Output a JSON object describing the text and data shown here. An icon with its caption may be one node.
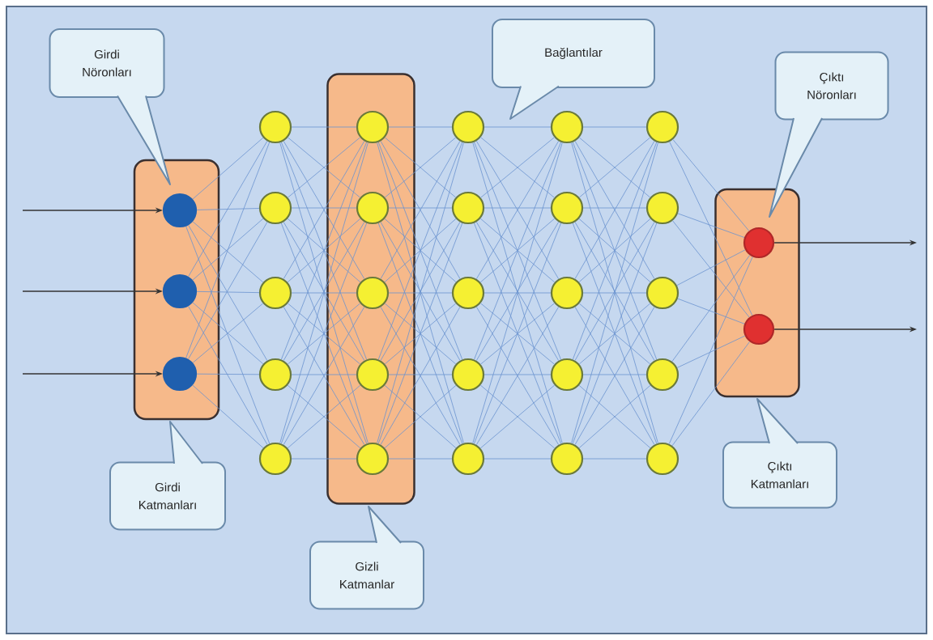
{
  "diagram": {
    "nodes": [
      {
        "text": [
          "Girdi Nöronları"
        ]
      },
      {
        "text": [
          "Bağlantılar"
        ]
      },
      {
        "text": [
          "Çıktı Nöronları"
        ]
      },
      {
        "text": [],
        "shape": "box"
      },
      {
        "text": [],
        "shape": "box"
      },
      {
        "text": [],
        "shape": "box"
      },
      {
        "text": [],
        "shape": "circle",
        "in": 3
      },
      {
        "text": [],
        "shape": "circle",
        "in": 3
      },
      {
        "text": [],
        "shape": "circle",
        "in": 3
      },
      {
        "text": [],
        "shape": "circle"
      },
      {
        "text": [],
        "shape": "circle"
      },
      {
        "text": [],
        "shape": "circle"
      },
      {
        "text": [],
        "shape": "circle"
      },
      {
        "text": [],
        "shape": "circle"
      },
      {
        "text": [],
        "shape": "circle",
        "in": 4
      },
      {
        "text": [],
        "shape": "circle",
        "in": 4
      },
      {
        "text": [],
        "shape": "circle",
        "in": 4
      },
      {
        "text": [],
        "shape": "circle",
        "in": 4
      },
      {
        "text": [],
        "shape": "circle",
        "in": 4
      },
      {
        "text": [],
        "shape": "circle"
      },
      {
        "text": [],
        "shape": "circle"
      },
      {
        "text": [],
        "shape": "circle"
      },
      {
        "text": [],
        "shape": "circle"
      },
      {
        "text": [],
        "shape": "circle"
      },
      {
        "text": [],
        "shape": "circle"
      },
      {
        "text": [],
        "shape": "circle"
      },
      {
        "text": [],
        "shape": "circle"
      },
      {
        "text": [],
        "shape": "circle"
      },
      {
        "text": [],
        "shape": "circle"
      },
      {
        "text": [],
        "shape": "circle"
      },
      {
        "text": [],
        "shape": "circle"
      },
      {
        "text": [],
        "shape": "circle"
      },
      {
        "text": [],
        "shape": "circle"
      },
      {
        "text": [],
        "shape": "circle"
      },
      {
        "text": [],
        "shape": "circle",
        "in": 5
      },
      {
        "text": [],
        "shape": "circle",
        "in": 5
      },
      {
        "text": [
          "Girdi Katmanları"
        ]
      },
      {
        "text": [
          "Gizli Katmanlar"
        ]
      },
      {
        "text": [
          "Çıktı Katmanları"
        ]
      }
    ],
    "edges": [
      {
        "from": null,
        "to": 6,
        "arrow": "to",
        "color": "#333333"
      },
      {
        "from": null,
        "to": 7,
        "arrow": "to",
        "color": "#333333"
      },
      {
        "from": null,
        "to": 8,
        "arrow": "to",
        "color": "#333333"
      },
      {
        "from": 6,
        "to": 9,
        "arrow": "none"
      },
      {
        "from": 6,
        "to": 10,
        "arrow": "none"
      },
      {
        "from": 6,
        "to": 11,
        "arrow": "none"
      },
      {
        "from": 6,
        "to": 12,
        "arrow": "none"
      },
      {
        "from": 6,
        "to": 13,
        "arrow": "none"
      },
      {
        "from": 7,
        "to": 9,
        "arrow": "none"
      },
      {
        "from": 7,
        "to": 10,
        "arrow": "none"
      },
      {
        "from": 7,
        "to": 11,
        "arrow": "none"
      },
      {
        "from": 7,
        "to": 12,
        "arrow": "none"
      },
      {
        "from": 7,
        "to": 13,
        "arrow": "none"
      },
      {
        "from": 8,
        "to": 9,
        "arrow": "none"
      },
      {
        "from": 8,
        "to": 10,
        "arrow": "none"
      },
      {
        "from": 8,
        "to": 11,
        "arrow": "none"
      },
      {
        "from": 8,
        "to": 12,
        "arrow": "none"
      },
      {
        "from": 8,
        "to": 13,
        "arrow": "none"
      },
      {
        "from": 9,
        "to": 14,
        "arrow": "none"
      },
      {
        "from": 9,
        "to": 15,
        "arrow": "none"
      },
      {
        "from": 9,
        "to": 16,
        "arrow": "none"
      },
      {
        "from": 9,
        "to": 17,
        "arrow": "none"
      },
      {
        "from": 9,
        "to": 18,
        "arrow": "none"
      },
      {
        "from": 10,
        "to": 14,
        "arrow": "none"
      },
      {
        "from": 10,
        "to": 15,
        "arrow": "none"
      },
      {
        "from": 10,
        "to": 16,
        "arrow": "none"
      },
      {
        "from": 10,
        "to": 17,
        "arrow": "none"
      },
      {
        "from": 10,
        "to": 18,
        "arrow": "none"
      },
      {
        "from": 11,
        "to": 14,
        "arrow": "none"
      },
      {
        "from": 11,
        "to": 15,
        "arrow": "none"
      },
      {
        "from": 11,
        "to": 16,
        "arrow": "none"
      },
      {
        "from": 11,
        "to": 17,
        "arrow": "none"
      },
      {
        "from": 11,
        "to": 18,
        "arrow": "none"
      },
      {
        "from": 12,
        "to": 14,
        "arrow": "none"
      },
      {
        "from": 12,
        "to": 15,
        "arrow": "none"
      },
      {
        "from": 12,
        "to": 16,
        "arrow": "none"
      },
      {
        "from": 12,
        "to": 17,
        "arrow": "none"
      },
      {
        "from": 12,
        "to": 18,
        "arrow": "none"
      },
      {
        "from": 13,
        "to": 14,
        "arrow": "none"
      },
      {
        "from": 13,
        "to": 15,
        "arrow": "none"
      },
      {
        "from": 13,
        "to": 16,
        "arrow": "none"
      },
      {
        "from": 13,
        "to": 17,
        "arrow": "none"
      },
      {
        "from": 13,
        "to": 18,
        "arrow": "none"
      },
      {
        "from": 14,
        "to": 19,
        "arrow": "none"
      },
      {
        "from": 14,
        "to": 20,
        "arrow": "none"
      },
      {
        "from": 14,
        "to": 21,
        "arrow": "none"
      },
      {
        "from": 14,
        "to": 22,
        "arrow": "none"
      },
      {
        "from": 14,
        "to": 23,
        "arrow": "none"
      },
      {
        "from": 15,
        "to": 19,
        "arrow": "none"
      },
      {
        "from": 15,
        "to": 20,
        "arrow": "none"
      },
      {
        "from": 15,
        "to": 21,
        "arrow": "none"
      },
      {
        "from": 15,
        "to": 22,
        "arrow": "none"
      },
      {
        "from": 15,
        "to": 23,
        "arrow": "none"
      },
      {
        "from": 16,
        "to": 19,
        "arrow": "none"
      },
      {
        "from": 16,
        "to": 20,
        "arrow": "none"
      },
      {
        "from": 16,
        "to": 21,
        "arrow": "none"
      },
      {
        "from": 16,
        "to": 22,
        "arrow": "none"
      },
      {
        "from": 16,
        "to": 23,
        "arrow": "none"
      },
      {
        "from": 17,
        "to": 19,
        "arrow": "none"
      },
      {
        "from": 17,
        "to": 20,
        "arrow": "none"
      },
      {
        "from": 17,
        "to": 21,
        "arrow": "none"
      },
      {
        "from": 17,
        "to": 22,
        "arrow": "none"
      },
      {
        "from": 17,
        "to": 23,
        "arrow": "none"
      },
      {
        "from": 18,
        "to": 19,
        "arrow": "none"
      },
      {
        "from": 18,
        "to": 20,
        "arrow": "none"
      },
      {
        "from": 18,
        "to": 21,
        "arrow": "none"
      },
      {
        "from": 18,
        "to": 22,
        "arrow": "none"
      },
      {
        "from": 18,
        "to": 23,
        "arrow": "none"
      },
      {
        "from": 19,
        "to": 24,
        "arrow": "none"
      },
      {
        "from": 19,
        "to": 25,
        "arrow": "none"
      },
      {
        "from": 19,
        "to": 26,
        "arrow": "none"
      },
      {
        "from": 19,
        "to": 27,
        "arrow": "none"
      },
      {
        "from": 19,
        "to": 28,
        "arrow": "none"
      },
      {
        "from": 20,
        "to": 24,
        "arrow": "none"
      },
      {
        "from": 20,
        "to": 25,
        "arrow": "none"
      },
      {
        "from": 20,
        "to": 26,
        "arrow": "none"
      },
      {
        "from": 20,
        "to": 27,
        "arrow": "none"
      },
      {
        "from": 20,
        "to": 28,
        "arrow": "none"
      },
      {
        "from": 21,
        "to": 24,
        "arrow": "none"
      },
      {
        "from": 21,
        "to": 25,
        "arrow": "none"
      },
      {
        "from": 21,
        "to": 26,
        "arrow": "none"
      },
      {
        "from": 21,
        "to": 27,
        "arrow": "none"
      },
      {
        "from": 21,
        "to": 28,
        "arrow": "none"
      },
      {
        "from": 22,
        "to": 24,
        "arrow": "none"
      },
      {
        "from": 22,
        "to": 25,
        "arrow": "none"
      },
      {
        "from": 22,
        "to": 26,
        "arrow": "none"
      },
      {
        "from": 22,
        "to": 27,
        "arrow": "none"
      },
      {
        "from": 22,
        "to": 28,
        "arrow": "none"
      },
      {
        "from": 23,
        "to": 24,
        "arrow": "none"
      },
      {
        "from": 23,
        "to": 25,
        "arrow": "none"
      },
      {
        "from": 23,
        "to": 26,
        "arrow": "none"
      },
      {
        "from": 23,
        "to": 27,
        "arrow": "none"
      },
      {
        "from": 23,
        "to": 28,
        "arrow": "none"
      },
      {
        "from": 24,
        "to": 29,
        "arrow": "none"
      },
      {
        "from": 24,
        "to": 30,
        "arrow": "none"
      },
      {
        "from": 24,
        "to": 31,
        "arrow": "none"
      },
      {
        "from": 24,
        "to": 32,
        "arrow": "none"
      },
      {
        "from": 24,
        "to": 33,
        "arrow": "none"
      },
      {
        "from": 25,
        "to": 29,
        "arrow": "none"
      },
      {
        "from": 25,
        "to": 30,
        "arrow": "none"
      },
      {
        "from": 25,
        "to": 31,
        "arrow": "none"
      },
      {
        "from": 25,
        "to": 32,
        "arrow": "none"
      },
      {
        "from": 25,
        "to": 33,
        "arrow": "none"
      },
      {
        "from": 26,
        "to": 29,
        "arrow": "none"
      },
      {
        "from": 26,
        "to": 30,
        "arrow": "none"
      },
      {
        "from": 26,
        "to": 31,
        "arrow": "none"
      },
      {
        "from": 26,
        "to": 32,
        "arrow": "none"
      },
      {
        "from": 26,
        "to": 33,
        "arrow": "none"
      },
      {
        "from": 27,
        "to": 29,
        "arrow": "none"
      },
      {
        "from": 27,
        "to": 30,
        "arrow": "none"
      },
      {
        "from": 27,
        "to": 31,
        "arrow": "none"
      },
      {
        "from": 27,
        "to": 32,
        "arrow": "none"
      },
      {
        "from": 27,
        "to": 33,
        "arrow": "none"
      },
      {
        "from": 28,
        "to": 29,
        "arrow": "none"
      },
      {
        "from": 28,
        "to": 30,
        "arrow": "none"
      },
      {
        "from": 28,
        "to": 31,
        "arrow": "none"
      },
      {
        "from": 28,
        "to": 32,
        "arrow": "none"
      },
      {
        "from": 28,
        "to": 33,
        "arrow": "none"
      },
      {
        "from": 29,
        "to": 34,
        "arrow": "none"
      },
      {
        "from": 29,
        "to": 35,
        "arrow": "none"
      },
      {
        "from": 30,
        "to": 34,
        "arrow": "none"
      },
      {
        "from": 30,
        "to": 35,
        "arrow": "none"
      },
      {
        "from": 31,
        "to": 34,
        "arrow": "none"
      },
      {
        "from": 31,
        "to": 35,
        "arrow": "none"
      },
      {
        "from": 32,
        "to": 34,
        "arrow": "none"
      },
      {
        "from": 32,
        "to": 35,
        "arrow": "none"
      },
      {
        "from": 33,
        "to": 34,
        "arrow": "none"
      },
      {
        "from": 33,
        "to": 35,
        "arrow": "none"
      },
      {
        "from": 34,
        "to": null,
        "arrow": "to",
        "color": "#333333"
      },
      {
        "from": 35,
        "to": null,
        "arrow": "to",
        "color": "#333333"
      }
    ]
  }
}
